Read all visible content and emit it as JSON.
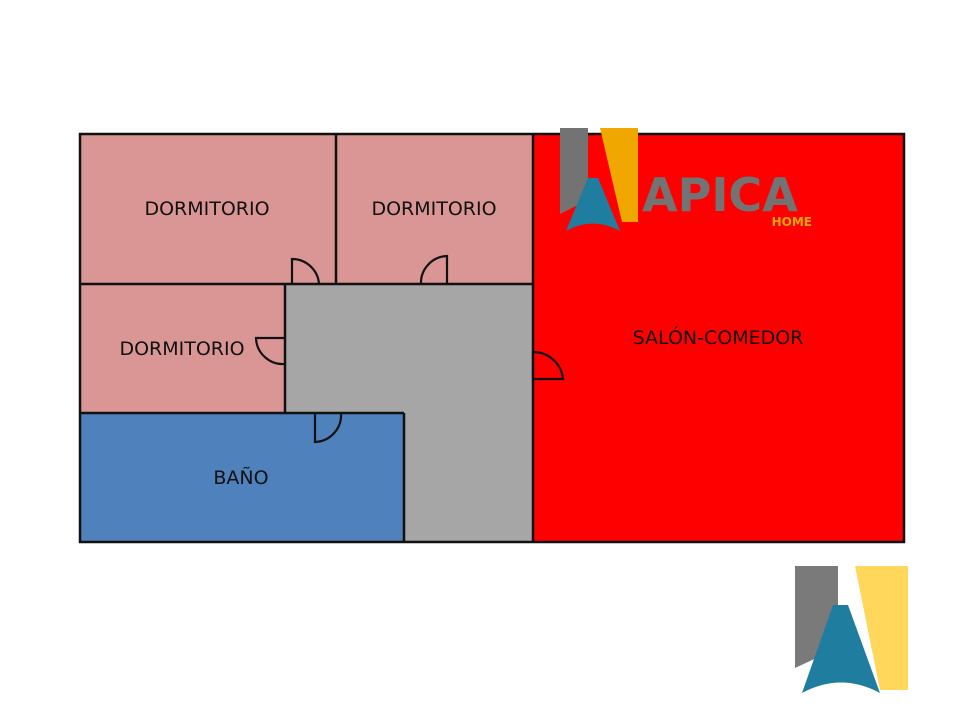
{
  "floorplan": {
    "rooms": {
      "dormitorio_1": {
        "label": "DORMITORIO",
        "color": "#d99694"
      },
      "dormitorio_2": {
        "label": "DORMITORIO",
        "color": "#d99694"
      },
      "dormitorio_3": {
        "label": "DORMITORIO",
        "color": "#d99694"
      },
      "bano": {
        "label": "BAÑO",
        "color": "#4f81bd"
      },
      "pasillo": {
        "label": "",
        "color": "#a6a6a6"
      },
      "salon": {
        "label": "SALÓN-COMEDOR",
        "color": "#ff0000"
      }
    },
    "wall_color": "#111111"
  },
  "logo": {
    "brand": "APICA",
    "tagline": "HOME",
    "colors": {
      "gray": "#737373",
      "gold": "#f0a800",
      "blue": "#1f7ea0",
      "gold_light": "#ffd75a"
    }
  },
  "watermark": {
    "icon": "apica-logo-icon"
  }
}
